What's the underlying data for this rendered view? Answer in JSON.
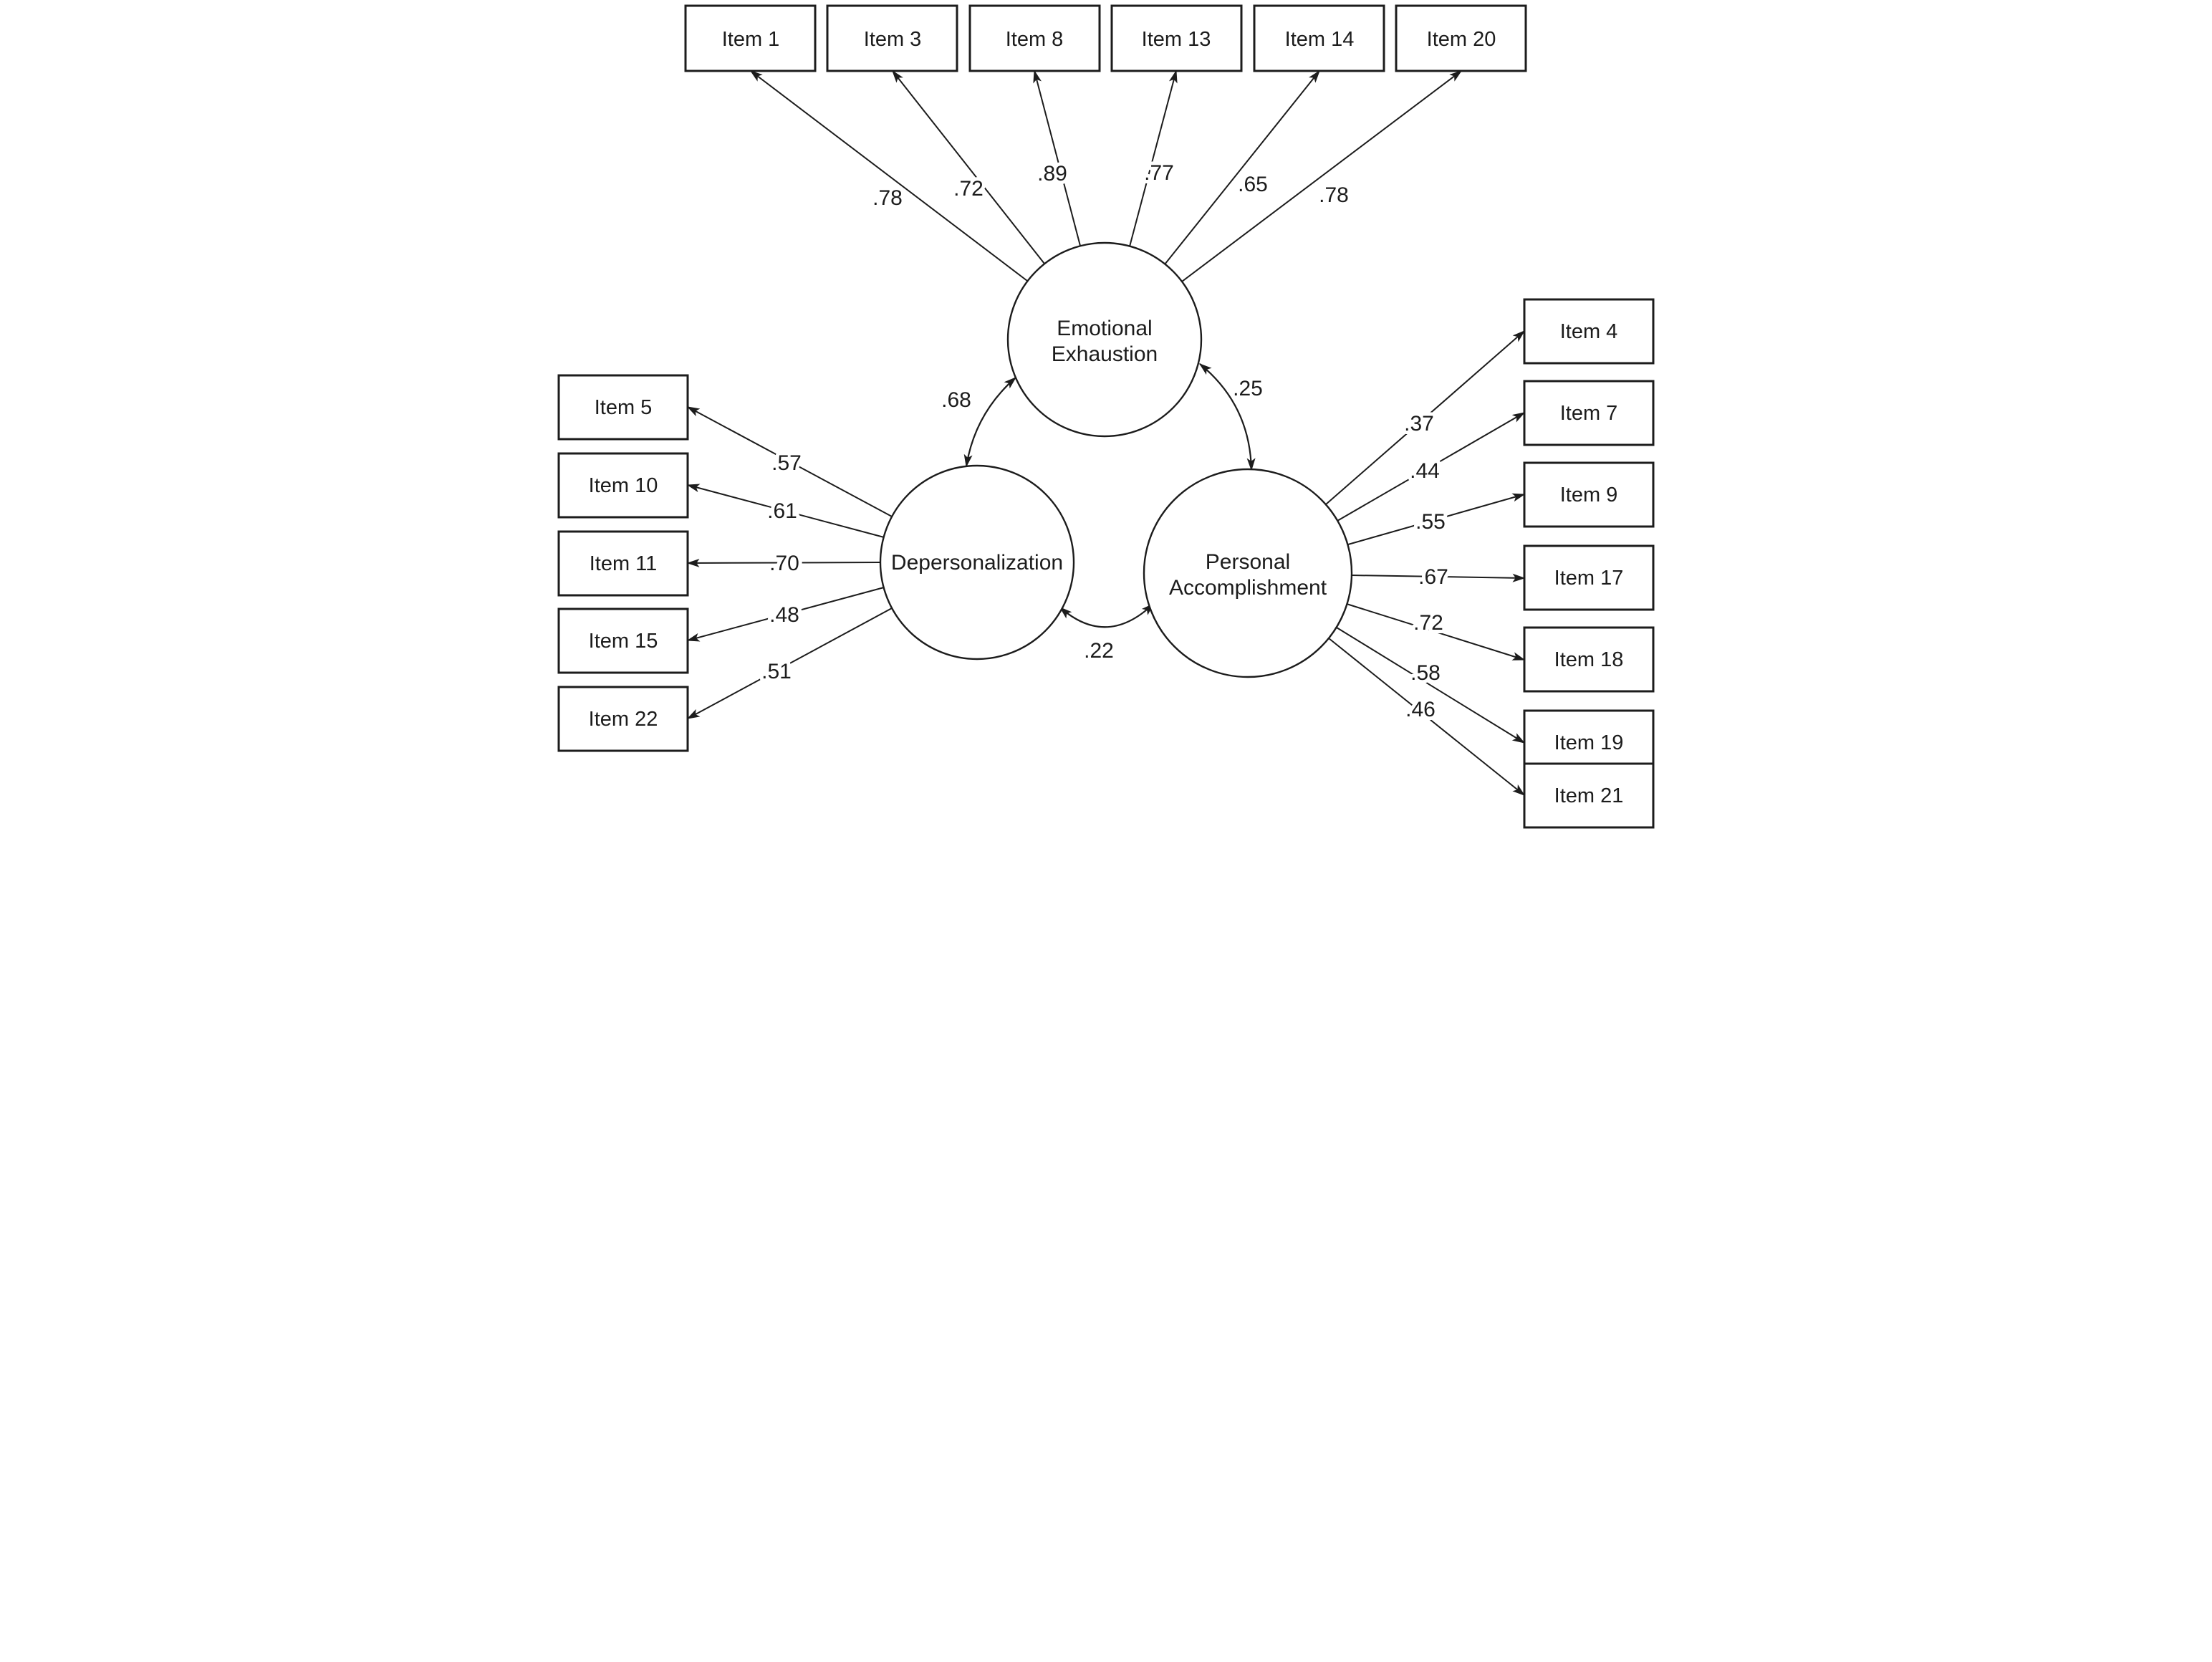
{
  "diagram": {
    "type": "confirmatory-factor-analysis-path-diagram",
    "factors": {
      "emotional_exhaustion": {
        "line1": "Emotional",
        "line2": "Exhaustion"
      },
      "depersonalization": {
        "line1": "Depersonalization"
      },
      "personal_accomplishment": {
        "line1": "Personal",
        "line2": "Accomplishment"
      }
    },
    "ee_items": [
      {
        "label": "Item 1",
        "loading": ".78"
      },
      {
        "label": "Item 3",
        "loading": ".72"
      },
      {
        "label": "Item 8",
        "loading": ".89"
      },
      {
        "label": "Item 13",
        "loading": ".77"
      },
      {
        "label": "Item 14",
        "loading": ".65"
      },
      {
        "label": "Item 20",
        "loading": ".78"
      }
    ],
    "dp_items": [
      {
        "label": "Item 5",
        "loading": ".57"
      },
      {
        "label": "Item 10",
        "loading": ".61"
      },
      {
        "label": "Item 11",
        "loading": ".70"
      },
      {
        "label": "Item 15",
        "loading": ".48"
      },
      {
        "label": "Item 22",
        "loading": ".51"
      }
    ],
    "pa_items": [
      {
        "label": "Item 4",
        "loading": ".37"
      },
      {
        "label": "Item 7",
        "loading": ".44"
      },
      {
        "label": "Item 9",
        "loading": ".55"
      },
      {
        "label": "Item 17",
        "loading": ".67"
      },
      {
        "label": "Item 18",
        "loading": ".72"
      },
      {
        "label": "Item 19",
        "loading": ".58"
      },
      {
        "label": "Item 21",
        "loading": ".46"
      }
    ],
    "correlations": {
      "ee_dp": ".68",
      "ee_pa": ".25",
      "dp_pa": ".22"
    },
    "colors": {
      "ink": "#1c1c1c",
      "background": "#ffffff"
    }
  }
}
